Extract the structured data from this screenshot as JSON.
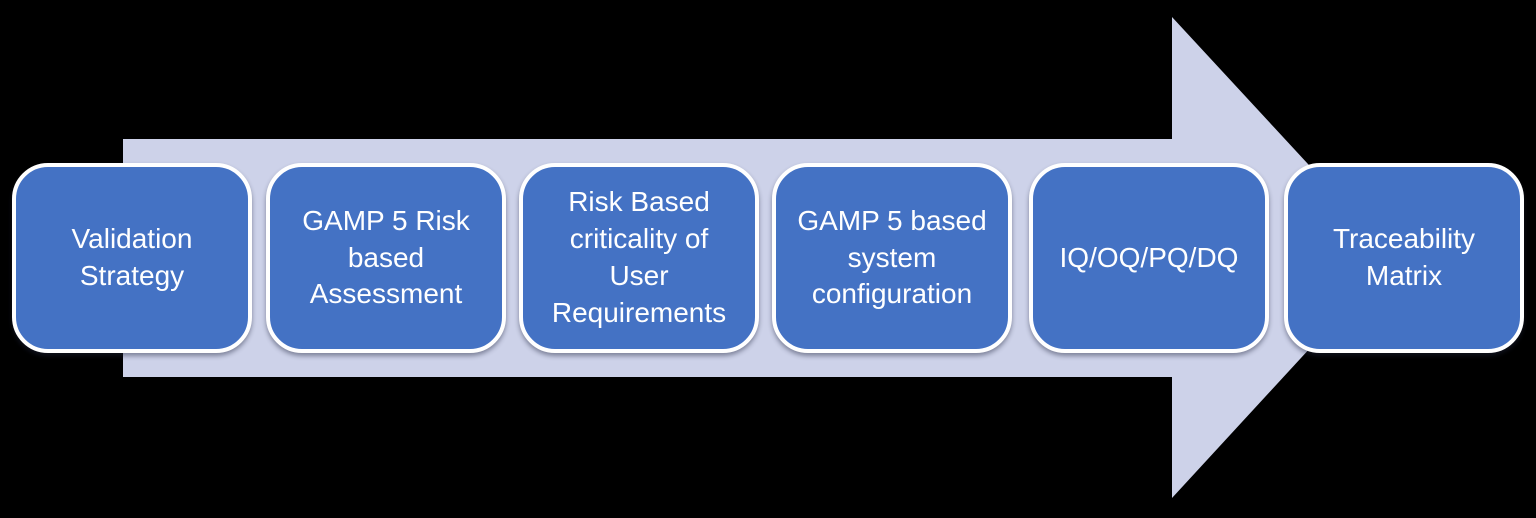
{
  "diagram": {
    "type": "process-flow-right-arrow",
    "direction": "right",
    "steps": [
      {
        "label": "Validation\nStrategy"
      },
      {
        "label": "GAMP 5 Risk\nbased\nAssessment"
      },
      {
        "label": "Risk Based\ncriticality of\nUser\nRequirements"
      },
      {
        "label": "GAMP 5 based\nsystem\nconfiguration"
      },
      {
        "label": "IQ/OQ/PQ/DQ"
      },
      {
        "label": "Traceability\nMatrix"
      }
    ],
    "colors": {
      "arrow_fill": "#CDD2E9",
      "step_fill": "#4472C4",
      "step_border": "#FFFFFF",
      "step_text": "#FFFFFF",
      "background": "#000000"
    }
  }
}
